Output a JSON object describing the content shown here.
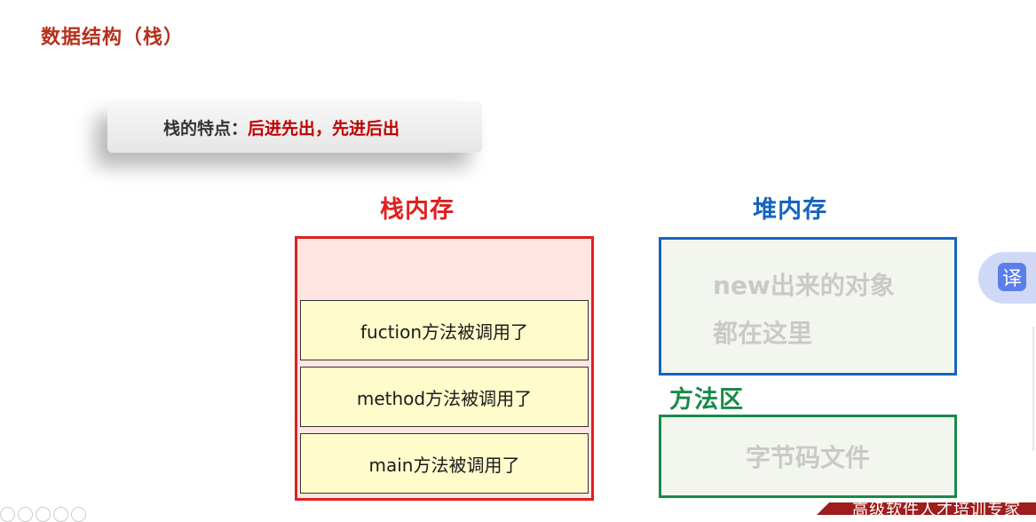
{
  "slide": {
    "title": "数据结构（栈）",
    "callout": {
      "label": "栈的特点：",
      "value": "后进先出，先进后出"
    }
  },
  "stack": {
    "title": "栈内存",
    "color": "#e02020",
    "frames": [
      "fuction方法被调用了",
      "method方法被调用了",
      "main方法被调用了"
    ]
  },
  "heap": {
    "title": "堆内存",
    "color": "#1564bf",
    "lines": [
      "new出来的对象",
      "都在这里"
    ]
  },
  "method_area": {
    "title": "方法区",
    "color": "#1a8a4a",
    "content": "字节码文件"
  },
  "translate_button": {
    "label": "译"
  },
  "footer": {
    "brand_text": "高级软件人才培训专家"
  },
  "colors": {
    "title_red": "#b5311e",
    "frame_fill": "#fffccc",
    "stack_fill": "#ffe5e1",
    "region_fill": "#f2f6ee"
  }
}
